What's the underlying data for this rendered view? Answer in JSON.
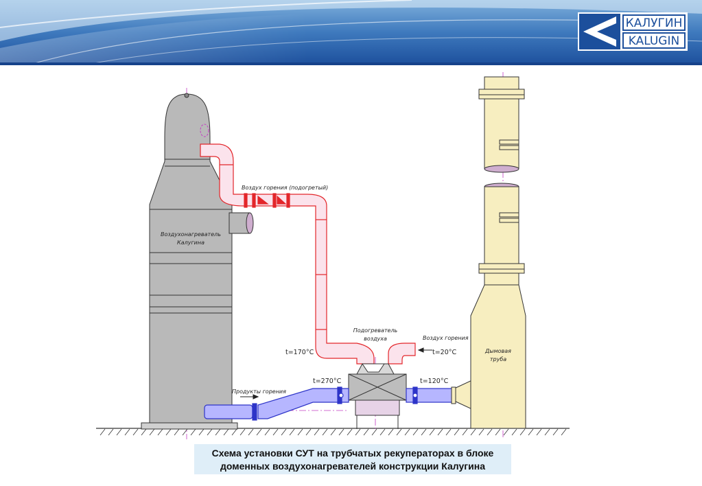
{
  "header": {
    "logo_ru": "КАЛУГИН",
    "logo_en": "KALUGIN"
  },
  "colors": {
    "header_blue": "#1c4f9c",
    "heater_gray": "#b9b9b9",
    "chimney_yellow": "#f7eec0",
    "hot_pipe_red": "#e3262a",
    "cold_pipe_blue": "#2d34c8",
    "caption_bg": "#dfeef8"
  },
  "diagram": {
    "heater_label_1": "Воздухонагреватель",
    "heater_label_2": "Калугина",
    "hot_air_label": "Воздух горения (подогретый)",
    "preheater_label_1": "Подогреватель",
    "preheater_label_2": "воздуха",
    "cold_air_label": "Воздух горения",
    "temp_hot_air": "t=170°С",
    "temp_cold_air": "t=20°С",
    "temp_flue_in": "t=270°С",
    "temp_flue_out": "t=120°С",
    "flue_gas_label": "Продукты горения",
    "chimney_label_1": "Дымовая",
    "chimney_label_2": "труба"
  },
  "caption": {
    "line1": "Схема установки СУТ на трубчатых рекуператорах в блоке",
    "line2": "доменных воздухонагревателей конструкции Калугина"
  }
}
